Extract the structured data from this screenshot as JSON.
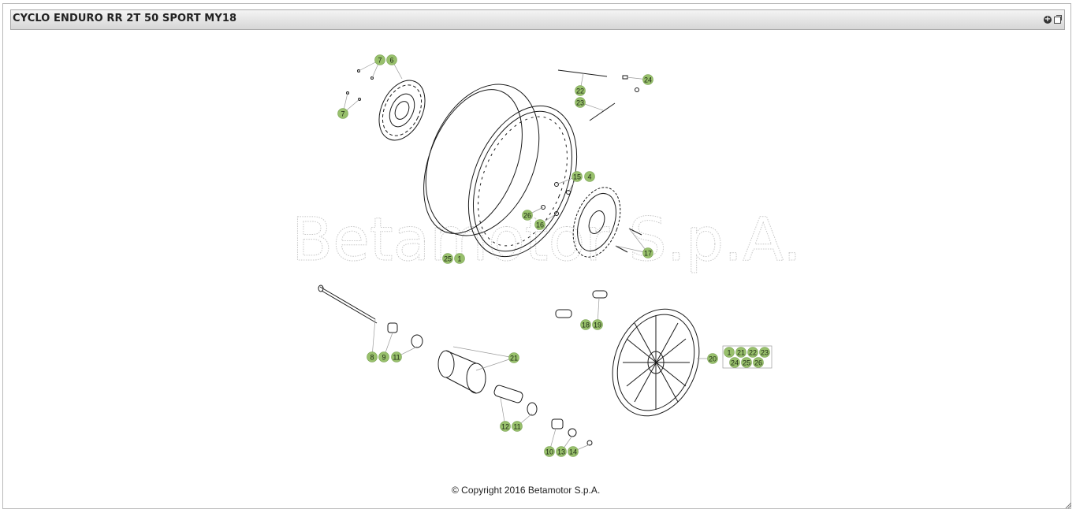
{
  "window": {
    "title": "CYCLO ENDURO RR 2T 50 SPORT MY18",
    "controls": [
      "plus-icon",
      "window-icon"
    ]
  },
  "diagram": {
    "watermark": "Betamotor S.p.A.",
    "labels": [
      "7",
      "6",
      "7",
      "24",
      "22",
      "23",
      "15",
      "4",
      "26",
      "16",
      "25",
      "1",
      "17",
      "18",
      "19",
      "8",
      "9",
      "11",
      "21",
      "20",
      "1",
      "21",
      "22",
      "23",
      "24",
      "25",
      "26",
      "12",
      "11",
      "10",
      "13",
      "14"
    ]
  },
  "footer": {
    "copyright": "© Copyright 2016 Betamotor S.p.A."
  },
  "colors": {
    "label_fill": "#98c06c",
    "titlebar_top": "#f4f4f4",
    "titlebar_bottom": "#d6d6d6"
  }
}
